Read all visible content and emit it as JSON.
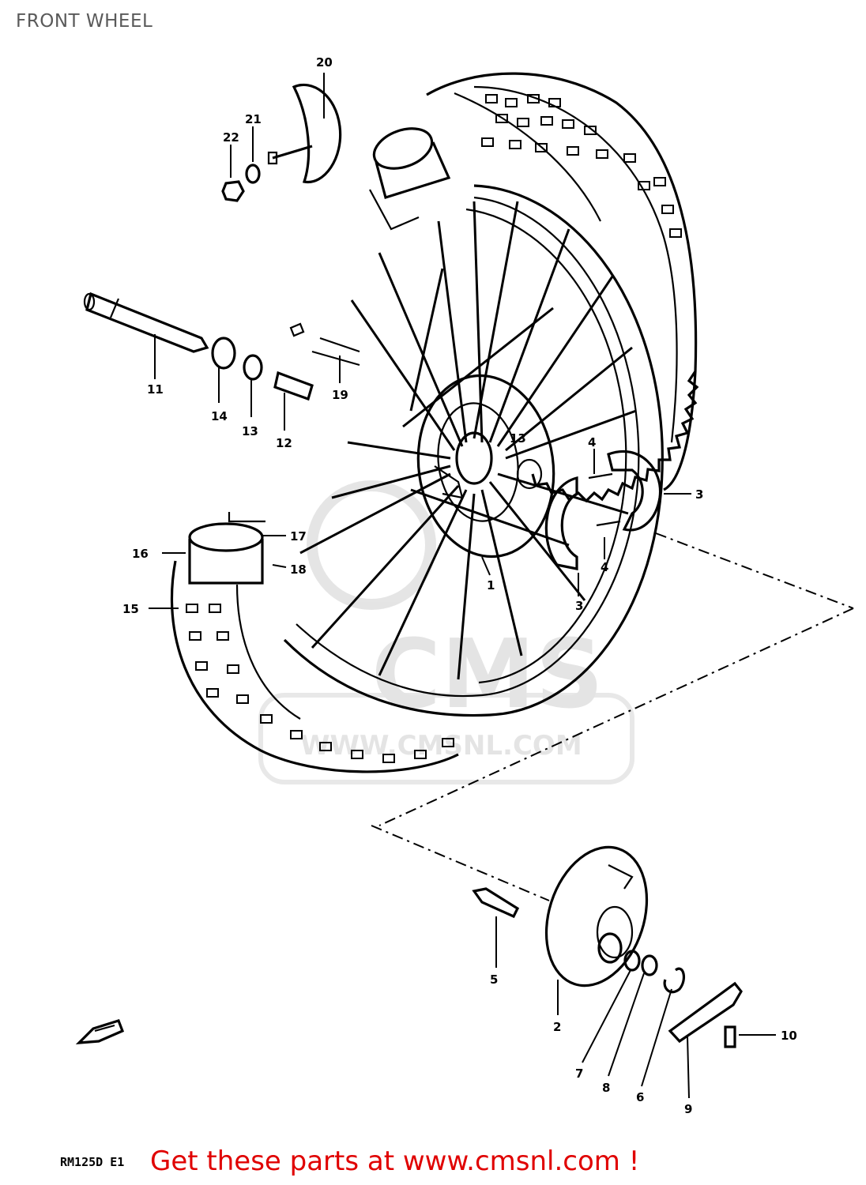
{
  "title": "FRONT WHEEL",
  "model_code": "RM125D E1",
  "cta_text": "Get these parts at www.cmsnl.com !",
  "watermark": {
    "letters": "CMS",
    "url": "WWW.CMSNL.COM"
  },
  "parts": {
    "p1": "1",
    "p2": "2",
    "p3a": "3",
    "p3b": "3",
    "p4a": "4",
    "p4b": "4",
    "p5": "5",
    "p6": "6",
    "p7": "7",
    "p8": "8",
    "p9": "9",
    "p10": "10",
    "p11": "11",
    "p12": "12",
    "p13a": "13",
    "p13b": "13",
    "p14": "14",
    "p15": "15",
    "p16": "16",
    "p17": "17",
    "p18": "18",
    "p19": "19",
    "p20": "20",
    "p21": "21",
    "p22": "22"
  },
  "colors": {
    "cta": "#e00000",
    "title": "#5a5a5a",
    "watermark": "#cfcfcf"
  },
  "icons": {
    "direction_marker": "fwd-arrow-icon"
  }
}
